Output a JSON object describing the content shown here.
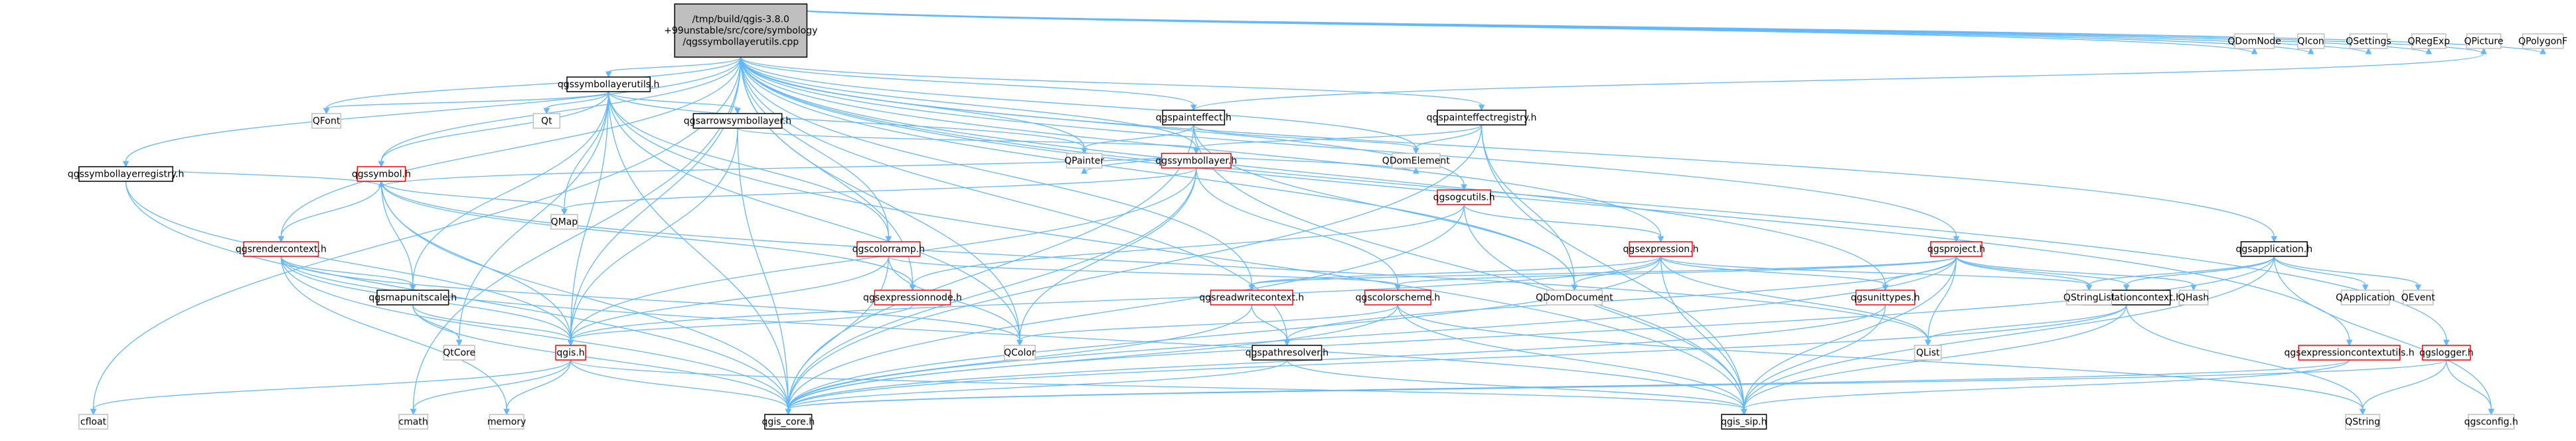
{
  "diagram": {
    "type": "include-dependency-graph",
    "root": "/tmp/build/qgis-3.8.0+99unstable/src/core/symbology/qgssymbollayerutils.cpp",
    "nodes": {
      "root": {
        "lines": [
          "/tmp/build/qgis-3.8.0",
          "+99unstable/src/core/symbology",
          "/qgssymbollayerutils.cpp"
        ],
        "style": "root"
      },
      "qgssymbollayerutils_h": {
        "lines": [
          "qgssymbollayerutils.h"
        ],
        "style": "ok"
      },
      "qgssymbollayerregistry_h": {
        "lines": [
          "qgssymbollayerregistry.h"
        ],
        "style": "ok"
      },
      "qgssymbol_h": {
        "lines": [
          "qgssymbol.h"
        ],
        "style": "bad"
      },
      "qgsrendercontext_h": {
        "lines": [
          "qgsrendercontext.h"
        ],
        "style": "bad"
      },
      "qgsmapunitscale_h": {
        "lines": [
          "qgsmapunitscale.h"
        ],
        "style": "ok"
      },
      "qgis_h": {
        "lines": [
          "qgis.h"
        ],
        "style": "bad"
      },
      "qgis_core_h": {
        "lines": [
          "qgis_core.h"
        ],
        "style": "ok"
      },
      "qgis_sip_h": {
        "lines": [
          "qgis_sip.h"
        ],
        "style": "ok"
      },
      "qgsarrowsymbollayer_h": {
        "lines": [
          "qgsarrowsymbollayer.h"
        ],
        "style": "ok"
      },
      "qgssymbollayer_h": {
        "lines": [
          "qgssymbollayer.h"
        ],
        "style": "bad"
      },
      "qgspainteffect_h": {
        "lines": [
          "qgspainteffect.h"
        ],
        "style": "ok"
      },
      "qgspainteffectregistry_h": {
        "lines": [
          "qgspainteffectregistry.h"
        ],
        "style": "ok"
      },
      "qgscolorramp_h": {
        "lines": [
          "qgscolorramp.h"
        ],
        "style": "bad"
      },
      "qgsexpressionnode_h": {
        "lines": [
          "qgsexpressionnode.h"
        ],
        "style": "bad"
      },
      "qgsreadwritecontext_h": {
        "lines": [
          "qgsreadwritecontext.h"
        ],
        "style": "bad"
      },
      "qgscolorscheme_h": {
        "lines": [
          "qgscolorscheme.h"
        ],
        "style": "bad"
      },
      "qgspathresolver_h": {
        "lines": [
          "qgspathresolver.h"
        ],
        "style": "ok"
      },
      "qgsogcutils_h": {
        "lines": [
          "qgsogcutils.h"
        ],
        "style": "bad"
      },
      "qgsexpression_h": {
        "lines": [
          "qgsexpression.h"
        ],
        "style": "bad"
      },
      "qgsunittypes_h": {
        "lines": [
          "qgsunittypes.h"
        ],
        "style": "bad"
      },
      "qgsproject_h": {
        "lines": [
          "qgsproject.h"
        ],
        "style": "bad"
      },
      "qgstranslationcontext_h": {
        "lines": [
          "qgstranslationcontext.h"
        ],
        "style": "ok"
      },
      "qgsapplication_h": {
        "lines": [
          "qgsapplication.h"
        ],
        "style": "ok"
      },
      "qgsexpressioncontextutils_h": {
        "lines": [
          "qgsexpressioncontextutils.h"
        ],
        "style": "bad"
      },
      "qgslogger_h": {
        "lines": [
          "qgslogger.h"
        ],
        "style": "bad"
      },
      "qgsconfig_h": {
        "lines": [
          "qgsconfig.h"
        ],
        "style": "ext"
      },
      "cfloat": {
        "lines": [
          "cfloat"
        ],
        "style": "ext"
      },
      "cmath": {
        "lines": [
          "cmath"
        ],
        "style": "ext"
      },
      "memory": {
        "lines": [
          "memory"
        ],
        "style": "ext"
      },
      "QtCore": {
        "lines": [
          "QtCore"
        ],
        "style": "ext"
      },
      "QColor": {
        "lines": [
          "QColor"
        ],
        "style": "ext"
      },
      "QList": {
        "lines": [
          "QList"
        ],
        "style": "ext"
      },
      "QString": {
        "lines": [
          "QString"
        ],
        "style": "ext"
      },
      "QFont": {
        "lines": [
          "QFont"
        ],
        "style": "ext"
      },
      "Qt": {
        "lines": [
          "Qt"
        ],
        "style": "ext"
      },
      "QMap": {
        "lines": [
          "QMap"
        ],
        "style": "ext"
      },
      "QPainter": {
        "lines": [
          "QPainter"
        ],
        "style": "ext"
      },
      "QDomElement": {
        "lines": [
          "QDomElement"
        ],
        "style": "ext"
      },
      "QDomDocument": {
        "lines": [
          "QDomDocument"
        ],
        "style": "ext"
      },
      "QStringList": {
        "lines": [
          "QStringList"
        ],
        "style": "ext"
      },
      "QHash": {
        "lines": [
          "QHash"
        ],
        "style": "ext"
      },
      "QApplication": {
        "lines": [
          "QApplication"
        ],
        "style": "ext"
      },
      "QEvent": {
        "lines": [
          "QEvent"
        ],
        "style": "ext"
      },
      "QDomNode": {
        "lines": [
          "QDomNode"
        ],
        "style": "ext"
      },
      "QIcon": {
        "lines": [
          "QIcon"
        ],
        "style": "ext"
      },
      "QSettings": {
        "lines": [
          "QSettings"
        ],
        "style": "ext"
      },
      "QRegExp": {
        "lines": [
          "QRegExp"
        ],
        "style": "ext"
      },
      "QPicture": {
        "lines": [
          "QPicture"
        ],
        "style": "ext"
      },
      "QPolygonF": {
        "lines": [
          "QPolygonF"
        ],
        "style": "ext"
      }
    },
    "edges": [
      [
        "root",
        "qgssymbollayerutils_h"
      ],
      [
        "root",
        "qgssymbollayerregistry_h"
      ],
      [
        "root",
        "qgssymbol_h"
      ],
      [
        "root",
        "qgsrendercontext_h"
      ],
      [
        "root",
        "cfloat"
      ],
      [
        "root",
        "cmath"
      ],
      [
        "root",
        "QFont"
      ],
      [
        "root",
        "QPainter"
      ],
      [
        "root",
        "QDomElement"
      ],
      [
        "root",
        "QDomDocument"
      ],
      [
        "root",
        "QColor"
      ],
      [
        "root",
        "QDomNode"
      ],
      [
        "root",
        "QIcon"
      ],
      [
        "root",
        "QSettings"
      ],
      [
        "root",
        "QRegExp"
      ],
      [
        "root",
        "QPicture"
      ],
      [
        "root",
        "QPolygonF"
      ],
      [
        "root",
        "qgspainteffect_h"
      ],
      [
        "root",
        "qgspainteffectregistry_h"
      ],
      [
        "root",
        "qgssymbollayer_h"
      ],
      [
        "root",
        "qgscolorramp_h"
      ],
      [
        "root",
        "qgsexpression_h"
      ],
      [
        "root",
        "qgsexpressionnode_h"
      ],
      [
        "root",
        "qgsreadwritecontext_h"
      ],
      [
        "root",
        "qgsogcutils_h"
      ],
      [
        "root",
        "qgsunittypes_h"
      ],
      [
        "root",
        "qgsproject_h"
      ],
      [
        "root",
        "qgsapplication_h"
      ],
      [
        "root",
        "qgsexpressioncontextutils_h"
      ],
      [
        "root",
        "qgslogger_h"
      ],
      [
        "root",
        "qgspathresolver_h"
      ],
      [
        "root",
        "qgis_h"
      ],
      [
        "qgssymbollayerutils_h",
        "QFont"
      ],
      [
        "qgssymbollayerutils_h",
        "Qt"
      ],
      [
        "qgssymbollayerutils_h",
        "QMap"
      ],
      [
        "qgssymbollayerutils_h",
        "QPainter"
      ],
      [
        "qgssymbollayerutils_h",
        "qgis_core_h"
      ],
      [
        "qgssymbollayerutils_h",
        "qgis_sip_h"
      ],
      [
        "qgssymbollayerutils_h",
        "qgssymbol_h"
      ],
      [
        "qgssymbollayerutils_h",
        "qgis_h"
      ],
      [
        "qgssymbollayerutils_h",
        "qgsmapunitscale_h"
      ],
      [
        "qgssymbollayerutils_h",
        "qgscolorramp_h"
      ],
      [
        "qgssymbollayerutils_h",
        "qgsarrowsymbollayer_h"
      ],
      [
        "qgssymbollayerutils_h",
        "QtCore"
      ],
      [
        "qgssymbollayerutils_h",
        "QColor"
      ],
      [
        "qgssymbollayerregistry_h",
        "qgis_core_h"
      ],
      [
        "qgssymbollayerregistry_h",
        "qgssymbol_h"
      ],
      [
        "qgssymbollayerregistry_h",
        "qgis_h"
      ],
      [
        "qgssymbol_h",
        "qgis_core_h"
      ],
      [
        "qgssymbol_h",
        "qgis_h"
      ],
      [
        "qgssymbol_h",
        "QMap"
      ],
      [
        "qgssymbol_h",
        "qgsmapunitscale_h"
      ],
      [
        "qgssymbol_h",
        "qgsrendercontext_h"
      ],
      [
        "qgssymbol_h",
        "qgsexpressionnode_h"
      ],
      [
        "qgssymbol_h",
        "QList"
      ],
      [
        "qgsrendercontext_h",
        "qgis_core_h"
      ],
      [
        "qgsrendercontext_h",
        "qgis_sip_h"
      ],
      [
        "qgsrendercontext_h",
        "QColor"
      ],
      [
        "qgsrendercontext_h",
        "memory"
      ],
      [
        "qgsrendercontext_h",
        "qgsmapunitscale_h"
      ],
      [
        "qgsrendercontext_h",
        "qgis_h"
      ],
      [
        "qgsmapunitscale_h",
        "qgis_core_h"
      ],
      [
        "qgsmapunitscale_h",
        "QtCore"
      ],
      [
        "qgsmapunitscale_h",
        "qgis_h"
      ],
      [
        "qgis_h",
        "cfloat"
      ],
      [
        "qgis_h",
        "memory"
      ],
      [
        "qgis_h",
        "cmath"
      ],
      [
        "qgis_h",
        "qgis_core_h"
      ],
      [
        "qgis_h",
        "qgis_sip_h"
      ],
      [
        "qgsarrowsymbollayer_h",
        "qgis_core_h"
      ],
      [
        "qgsarrowsymbollayer_h",
        "qgis_h"
      ],
      [
        "qgsarrowsymbollayer_h",
        "qgssymbollayer_h"
      ],
      [
        "qgspainteffect_h",
        "qgis_core_h"
      ],
      [
        "qgspainteffect_h",
        "qgis_sip_h"
      ],
      [
        "qgspainteffect_h",
        "QPainter"
      ],
      [
        "qgspainteffect_h",
        "QDomElement"
      ],
      [
        "qgspainteffect_h",
        "QDomDocument"
      ],
      [
        "qgspainteffect_h",
        "QPicture"
      ],
      [
        "qgspainteffectregistry_h",
        "qgis_core_h"
      ],
      [
        "qgspainteffectregistry_h",
        "qgis_sip_h"
      ],
      [
        "qgspainteffectregistry_h",
        "QDomElement"
      ],
      [
        "qgspainteffectregistry_h",
        "QDomDocument"
      ],
      [
        "qgspainteffectregistry_h",
        "qgssymbollayer_h"
      ],
      [
        "qgssymbollayer_h",
        "qgis_core_h"
      ],
      [
        "qgssymbollayer_h",
        "qgis_h"
      ],
      [
        "qgssymbollayer_h",
        "QColor"
      ],
      [
        "qgssymbollayer_h",
        "QMap"
      ],
      [
        "qgssymbollayer_h",
        "QPainter"
      ],
      [
        "qgssymbollayer_h",
        "QDomElement"
      ],
      [
        "qgssymbollayer_h",
        "qgssymbol_h"
      ],
      [
        "qgssymbollayer_h",
        "qgscolorscheme_h"
      ],
      [
        "qgscolorramp_h",
        "qgis_core_h"
      ],
      [
        "qgscolorramp_h",
        "QColor"
      ],
      [
        "qgscolorramp_h",
        "qgis_h"
      ],
      [
        "qgscolorramp_h",
        "qgscolorscheme_h"
      ],
      [
        "qgsexpressionnode_h",
        "qgis_h"
      ],
      [
        "qgsreadwritecontext_h",
        "qgspathresolver_h"
      ],
      [
        "qgsreadwritecontext_h",
        "qgis_core_h"
      ],
      [
        "qgscolorscheme_h",
        "qgis_core_h"
      ],
      [
        "qgscolorscheme_h",
        "qgis_sip_h"
      ],
      [
        "qgscolorscheme_h",
        "QColor"
      ],
      [
        "qgscolorscheme_h",
        "QString"
      ],
      [
        "qgspathresolver_h",
        "qgis_core_h"
      ],
      [
        "qgspathresolver_h",
        "qgis_sip_h"
      ],
      [
        "qgsogcutils_h",
        "qgis_core_h"
      ],
      [
        "qgsogcutils_h",
        "qgis_sip_h"
      ],
      [
        "qgsogcutils_h",
        "qgsexpression_h"
      ],
      [
        "qgsogcutils_h",
        "qgsexpressionnode_h"
      ],
      [
        "qgsexpression_h",
        "qgis_core_h"
      ],
      [
        "qgsexpression_h",
        "qgis_sip_h"
      ],
      [
        "qgsexpression_h",
        "QDomDocument"
      ],
      [
        "qgsexpression_h",
        "QStringList"
      ],
      [
        "qgsexpression_h",
        "qgsunittypes_h"
      ],
      [
        "qgsexpression_h",
        "qgsreadwritecontext_h"
      ],
      [
        "qgsexpression_h",
        "QList"
      ],
      [
        "qgsexpression_h",
        "qgis_h"
      ],
      [
        "qgsunittypes_h",
        "qgis_core_h"
      ],
      [
        "qgsunittypes_h",
        "qgis_sip_h"
      ],
      [
        "qgsproject_h",
        "qgis_core_h"
      ],
      [
        "qgsproject_h",
        "qgis_sip_h"
      ],
      [
        "qgsproject_h",
        "QStringList"
      ],
      [
        "qgsproject_h",
        "QHash"
      ],
      [
        "qgsproject_h",
        "QList"
      ],
      [
        "qgsproject_h",
        "qgsunittypes_h"
      ],
      [
        "qgsproject_h",
        "qgsreadwritecontext_h"
      ],
      [
        "qgsproject_h",
        "qgstranslationcontext_h"
      ],
      [
        "qgsproject_h",
        "qgspathresolver_h"
      ],
      [
        "qgsproject_h",
        "qgscolorscheme_h"
      ],
      [
        "qgstranslationcontext_h",
        "qgis_core_h"
      ],
      [
        "qgstranslationcontext_h",
        "qgis_sip_h"
      ],
      [
        "qgstranslationcontext_h",
        "QList"
      ],
      [
        "qgstranslationcontext_h",
        "QString"
      ],
      [
        "qgsapplication_h",
        "qgis_core_h"
      ],
      [
        "qgsapplication_h",
        "qgis_sip_h"
      ],
      [
        "qgsapplication_h",
        "QApplication"
      ],
      [
        "qgsapplication_h",
        "QEvent"
      ],
      [
        "qgsapplication_h",
        "QStringList"
      ],
      [
        "qgsapplication_h",
        "qgstranslationcontext_h"
      ],
      [
        "qgsapplication_h",
        "qgsconfig_h"
      ],
      [
        "qgsexpressioncontextutils_h",
        "qgis_core_h"
      ],
      [
        "qgsexpressioncontextutils_h",
        "qgis_sip_h"
      ],
      [
        "qgslogger_h",
        "qgis_core_h"
      ],
      [
        "qgslogger_h",
        "QString"
      ],
      [
        "qgslogger_h",
        "qgsconfig_h"
      ]
    ]
  }
}
